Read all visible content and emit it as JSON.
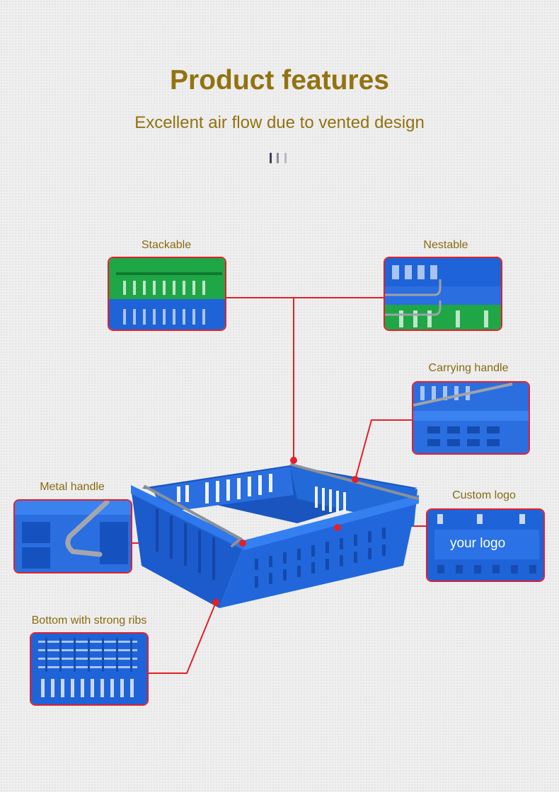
{
  "header": {
    "title": "Product features",
    "subtitle": "Excellent air flow due to vented design"
  },
  "features": {
    "stackable": "Stackable",
    "nestable": "Nestable",
    "carrying_handle": "Carrying handle",
    "custom_logo": "Custom logo",
    "logo_placeholder": "your logo",
    "metal_handle": "Metal handle",
    "bottom_ribs": "Bottom with strong ribs"
  },
  "colors": {
    "heading": "#937210",
    "callout": "#e2202a",
    "crate_blue": "#1f63d8",
    "crate_green": "#1fa646"
  }
}
